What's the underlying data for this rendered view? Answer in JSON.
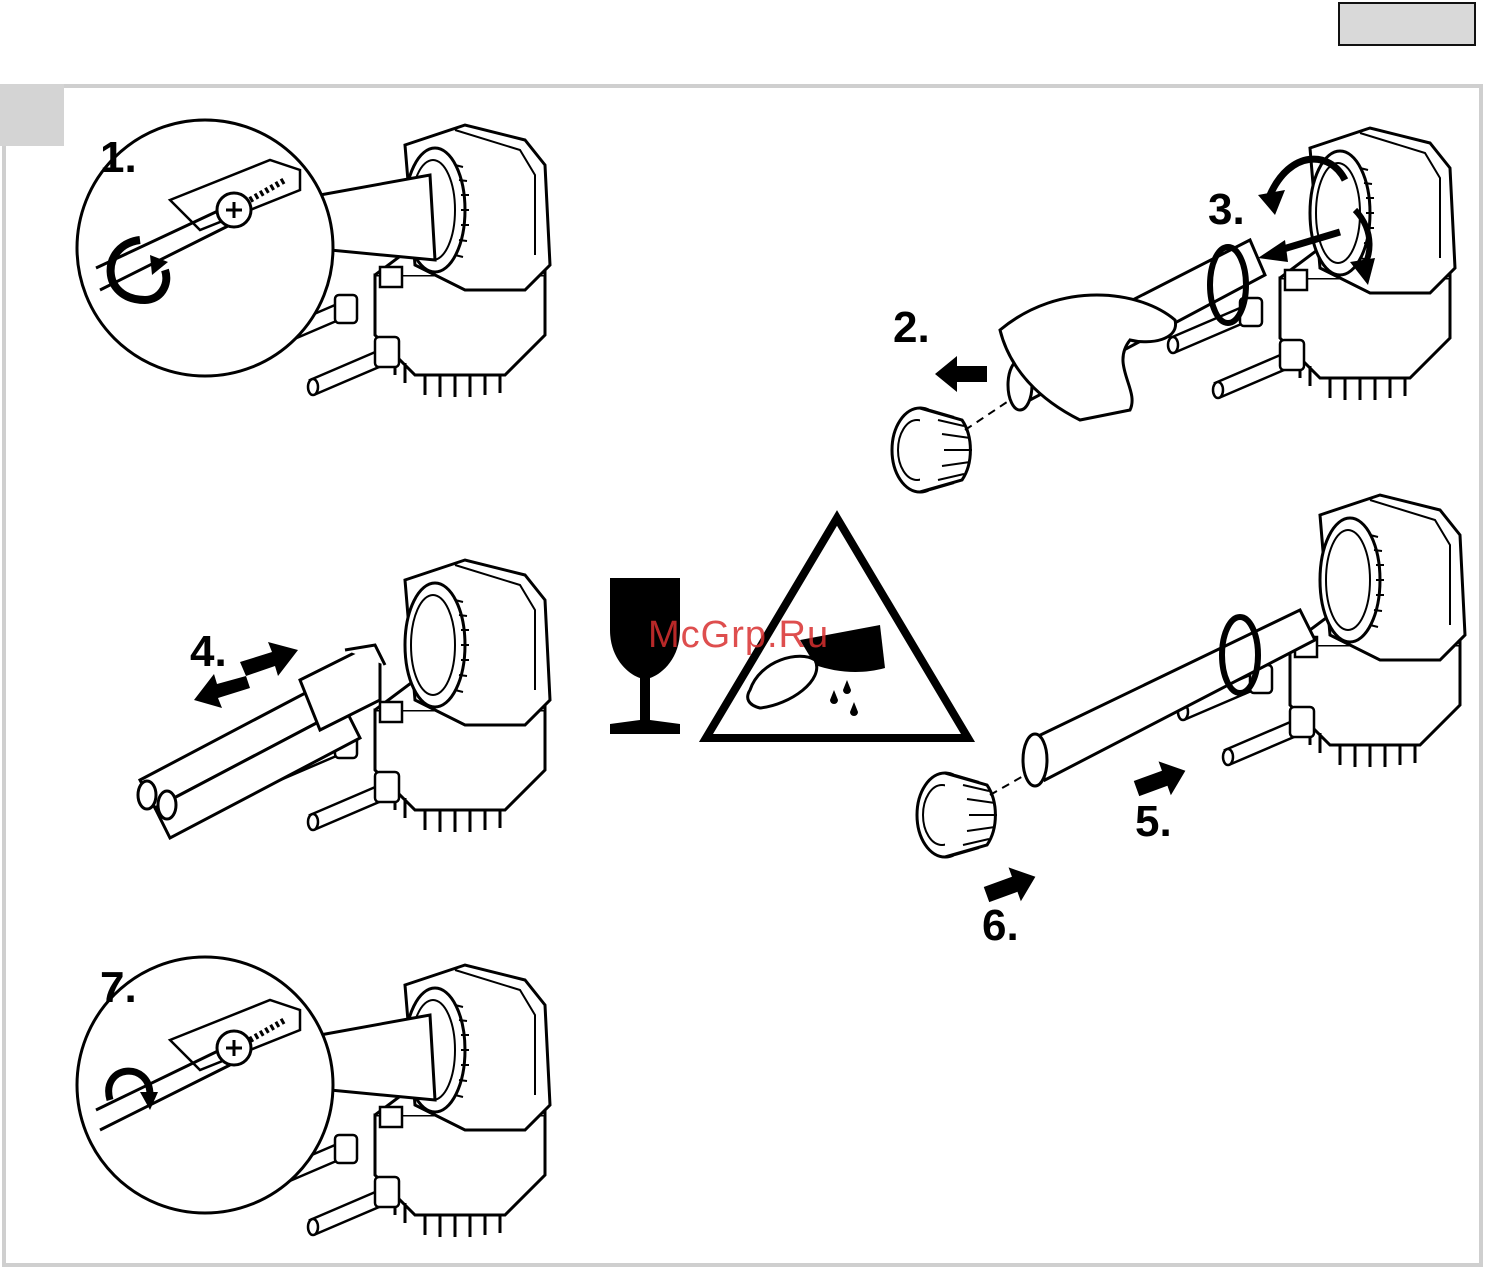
{
  "header": {
    "page_tab_label": ""
  },
  "steps": [
    {
      "id": "1",
      "label": "1."
    },
    {
      "id": "2",
      "label": "2."
    },
    {
      "id": "3",
      "label": "3."
    },
    {
      "id": "4",
      "label": "4."
    },
    {
      "id": "5",
      "label": "5."
    },
    {
      "id": "6",
      "label": "6."
    },
    {
      "id": "7",
      "label": "7."
    }
  ],
  "warnings": {
    "fragile_icon": "fragile-glass-icon",
    "cut_hazard_icon": "cut-hazard-warning-icon"
  },
  "watermark": "McGrp.Ru",
  "colors": {
    "frame": "#cfcfcf",
    "tab": "#d9d9d9",
    "ink": "#000000",
    "watermark": "#d93030"
  }
}
